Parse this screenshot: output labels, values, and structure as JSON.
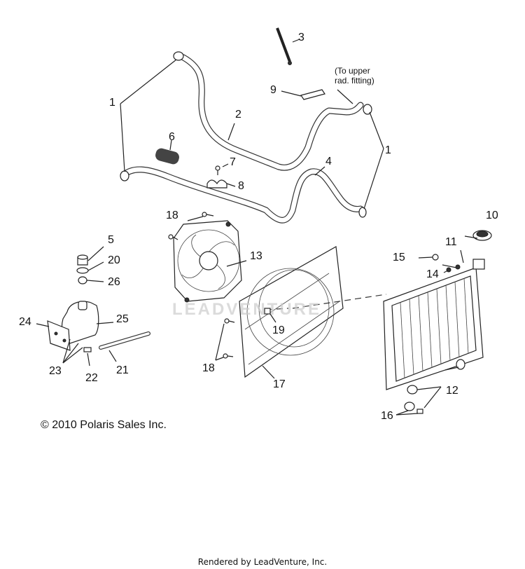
{
  "diagram": {
    "callouts": [
      "1",
      "2",
      "3",
      "4",
      "5",
      "6",
      "7",
      "8",
      "9",
      "10",
      "11",
      "12",
      "13",
      "14",
      "15",
      "16",
      "17",
      "18",
      "19",
      "20",
      "21",
      "22",
      "23",
      "24",
      "25",
      "26"
    ],
    "note_line1": "(To upper",
    "note_line2": "rad. fitting)",
    "copyright": "© 2010 Polaris Sales Inc.",
    "watermark": "LEADVENTURE",
    "credit": "Rendered by LeadVenture, Inc."
  }
}
